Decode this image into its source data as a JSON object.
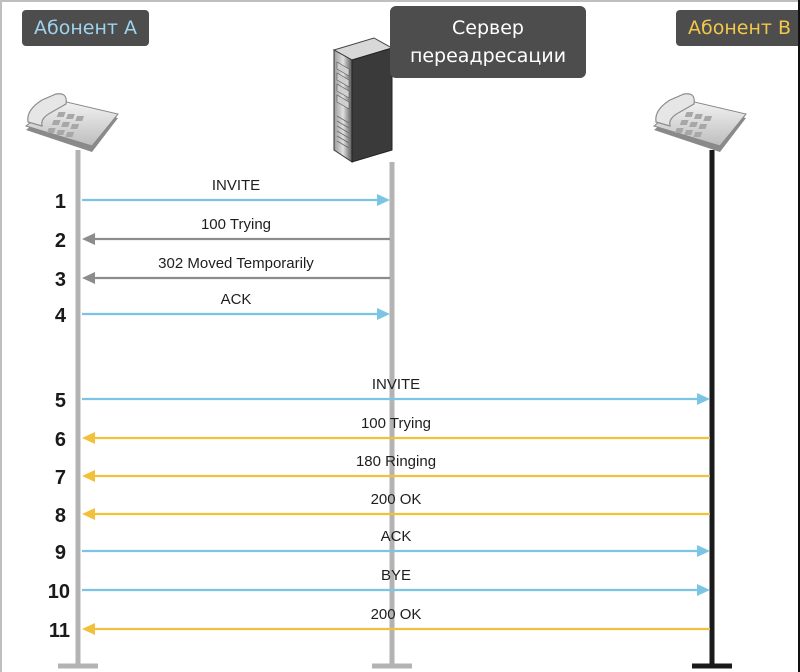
{
  "headers": {
    "subscriber_a": "Абонент А",
    "server_line1": "Сервер",
    "server_line2": "переадресации",
    "subscriber_b": "Абонент В"
  },
  "colors": {
    "blue_arrow": "#7cc4e4",
    "gray_arrow": "#8c8c8c",
    "yellow_arrow": "#f2c13c",
    "lifeline_gray": "#b3b3b3",
    "lifeline_black": "#1a1a1a"
  },
  "icons": {
    "phone_a": "desk-phone-icon",
    "server": "server-tower-icon",
    "phone_b": "desk-phone-icon"
  },
  "messages": [
    {
      "num": "1",
      "label": "INVITE",
      "from": "A",
      "to": "S",
      "color": "blue"
    },
    {
      "num": "2",
      "label": "100 Trying",
      "from": "S",
      "to": "A",
      "color": "gray"
    },
    {
      "num": "3",
      "label": "302 Moved Temporarily",
      "from": "S",
      "to": "A",
      "color": "gray"
    },
    {
      "num": "4",
      "label": "ACK",
      "from": "A",
      "to": "S",
      "color": "blue"
    },
    {
      "num": "5",
      "label": "INVITE",
      "from": "A",
      "to": "B",
      "color": "blue"
    },
    {
      "num": "6",
      "label": "100 Trying",
      "from": "B",
      "to": "A",
      "color": "yellow"
    },
    {
      "num": "7",
      "label": "180 Ringing",
      "from": "B",
      "to": "A",
      "color": "yellow"
    },
    {
      "num": "8",
      "label": "200 OK",
      "from": "B",
      "to": "A",
      "color": "yellow"
    },
    {
      "num": "9",
      "label": "ACK",
      "from": "A",
      "to": "B",
      "color": "blue"
    },
    {
      "num": "10",
      "label": "BYE",
      "from": "A",
      "to": "B",
      "color": "blue"
    },
    {
      "num": "11",
      "label": "200 OK",
      "from": "B",
      "to": "A",
      "color": "yellow"
    }
  ]
}
